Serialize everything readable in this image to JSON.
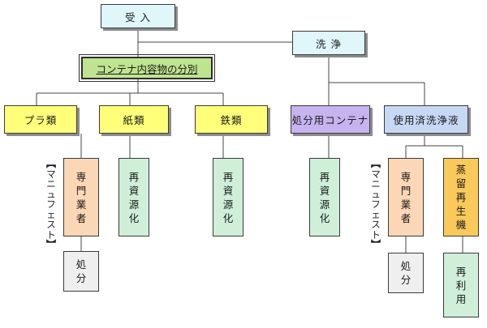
{
  "nodes": {
    "receive": "受 入",
    "wash": "洗 浄",
    "sort": "コンテナ内容物の分別",
    "plastic": "プラ類",
    "paper": "紙類",
    "iron": "鉄類",
    "disposal_container": "処分用コンテナ",
    "used_solvent": "使用済洗浄液",
    "contractor_left": "専門業者",
    "recycle_paper": "再資源化",
    "recycle_iron": "再資源化",
    "recycle_container": "再資源化",
    "contractor_right": "専門業者",
    "distill": "蒸留再生機",
    "dispose_left": "処分",
    "dispose_right": "処分",
    "reuse": "再利用"
  },
  "labels": {
    "manifest_left": "【マニュフェスト】",
    "manifest_right": "【マニュフェスト】"
  }
}
